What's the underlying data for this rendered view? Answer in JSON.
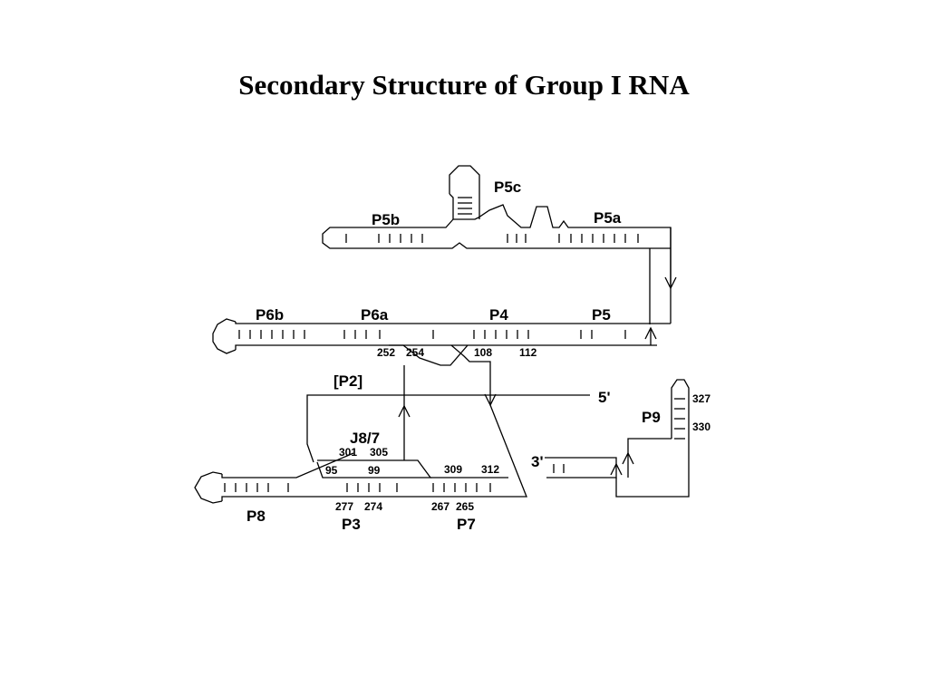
{
  "title": "Secondary Structure of Group I RNA",
  "labels": {
    "p5c": "P5c",
    "p5b": "P5b",
    "p5a": "P5a",
    "p6b": "P6b",
    "p6a": "P6a",
    "p4": "P4",
    "p5": "P5",
    "p2": "[P2]",
    "five_prime": "5'",
    "three_prime": "3'",
    "p9": "P9",
    "j87": "J8/7",
    "p8": "P8",
    "p3": "P3",
    "p7": "P7"
  },
  "numbers": {
    "n252": "252",
    "n254": "254",
    "n108": "108",
    "n112": "112",
    "n327": "327",
    "n330": "330",
    "n301": "301",
    "n305": "305",
    "n95": "95",
    "n99": "99",
    "n309": "309",
    "n312": "312",
    "n277": "277",
    "n274": "274",
    "n267": "267",
    "n265": "265"
  }
}
